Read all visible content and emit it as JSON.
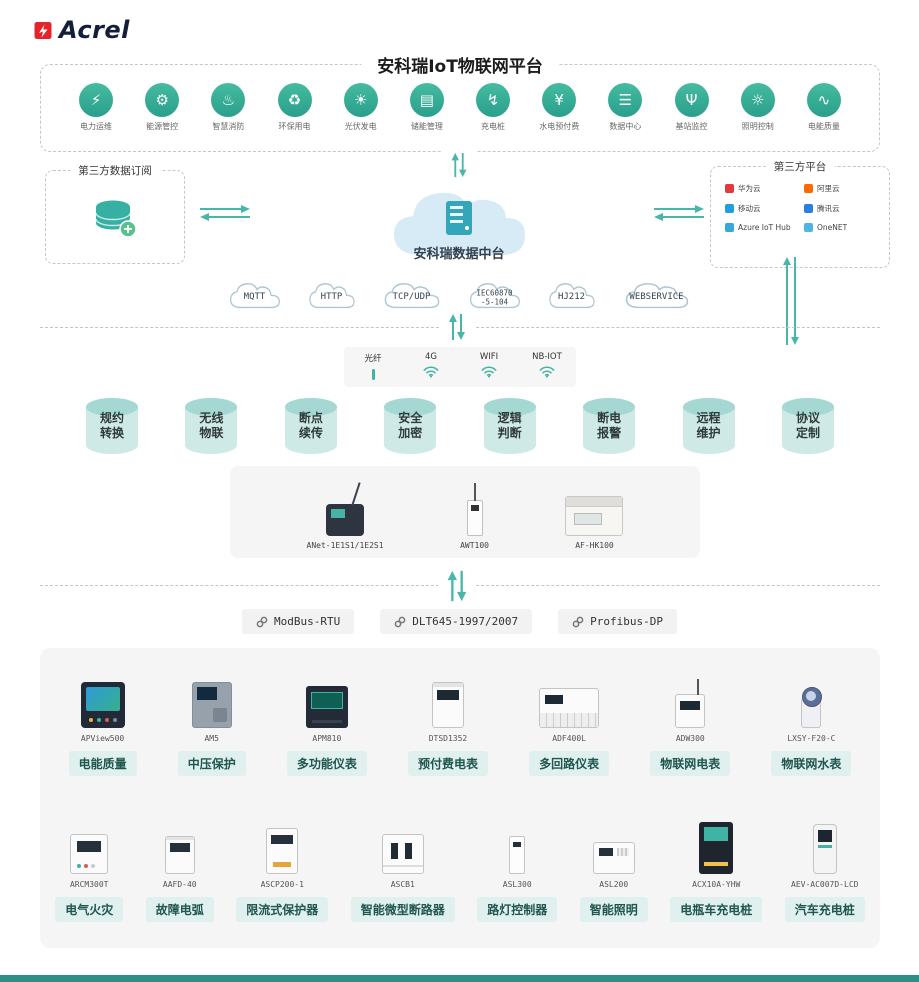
{
  "colors": {
    "accent": "#3fb3a4",
    "logo_red": "#e62129",
    "label_bg": "#dff0ee"
  },
  "logo": {
    "brand": "Acrel"
  },
  "platform": {
    "title": "安科瑞IoT物联网平台",
    "apps": [
      {
        "label": "电力运维",
        "glyph": "⚡"
      },
      {
        "label": "能源管控",
        "glyph": "⚙"
      },
      {
        "label": "智慧消防",
        "glyph": "♨"
      },
      {
        "label": "环保用电",
        "glyph": "♻"
      },
      {
        "label": "光伏发电",
        "glyph": "☀"
      },
      {
        "label": "储能管理",
        "glyph": "▤"
      },
      {
        "label": "充电桩",
        "glyph": "↯"
      },
      {
        "label": "水电预付费",
        "glyph": "¥"
      },
      {
        "label": "数据中心",
        "glyph": "☰"
      },
      {
        "label": "基站监控",
        "glyph": "Ψ"
      },
      {
        "label": "照明控制",
        "glyph": "☼"
      },
      {
        "label": "电能质量",
        "glyph": "∿"
      }
    ]
  },
  "middle": {
    "subscription": {
      "title": "第三方数据订阅"
    },
    "cloud": {
      "label": "安科瑞数据中台"
    },
    "third_party": {
      "title": "第三方平台",
      "providers": [
        {
          "name": "华为云",
          "color": "#e4393c"
        },
        {
          "name": "阿里云",
          "color": "#ff6a00"
        },
        {
          "name": "移动云",
          "color": "#1f9fe0"
        },
        {
          "name": "腾讯云",
          "color": "#2b7de1"
        },
        {
          "name": "Azure IoT Hub",
          "color": "#35a8dc"
        },
        {
          "name": "OneNET",
          "color": "#4fb6e3"
        }
      ]
    }
  },
  "protocol_clouds": [
    {
      "label": "MQTT"
    },
    {
      "label": "HTTP"
    },
    {
      "label": "TCP/UDP"
    },
    {
      "label": "IEC60870\n-5-104"
    },
    {
      "label": "HJ212"
    },
    {
      "label": "WEBSERVICE"
    }
  ],
  "connectivity": [
    {
      "label": "光纤"
    },
    {
      "label": "4G"
    },
    {
      "label": "WIFI"
    },
    {
      "label": "NB-IOT"
    }
  ],
  "features": [
    "规约转换",
    "无线物联",
    "断点续传",
    "安全加密",
    "逻辑判断",
    "断电报警",
    "远程维护",
    "协议定制"
  ],
  "gateways": [
    {
      "model": "ANet-1E1S1/1E2S1"
    },
    {
      "model": "AWT100"
    },
    {
      "model": "AF-HK100"
    }
  ],
  "field_protocols": [
    {
      "label": "ModBus-RTU"
    },
    {
      "label": "DLT645-1997/2007"
    },
    {
      "label": "Profibus-DP"
    }
  ],
  "products": {
    "row1": [
      {
        "model": "APView500",
        "label": "电能质量"
      },
      {
        "model": "AM5",
        "label": "中压保护"
      },
      {
        "model": "APM810",
        "label": "多功能仪表"
      },
      {
        "model": "DTSD1352",
        "label": "预付费电表"
      },
      {
        "model": "ADF400L",
        "label": "多回路仪表"
      },
      {
        "model": "ADW300",
        "label": "物联网电表"
      },
      {
        "model": "LXSY-F20-C",
        "label": "物联网水表"
      }
    ],
    "row2": [
      {
        "model": "ARCM300T",
        "label": "电气火灾"
      },
      {
        "model": "AAFD-40",
        "label": "故障电弧"
      },
      {
        "model": "ASCP200-1",
        "label": "限流式保护器"
      },
      {
        "model": "ASCB1",
        "label": "智能微型断路器"
      },
      {
        "model": "ASL300",
        "label": "路灯控制器"
      },
      {
        "model": "ASL200",
        "label": "智能照明"
      },
      {
        "model": "ACX10A-YHW",
        "label": "电瓶车充电桩"
      },
      {
        "model": "AEV-AC007D-LCD",
        "label": "汽车充电桩"
      }
    ]
  }
}
